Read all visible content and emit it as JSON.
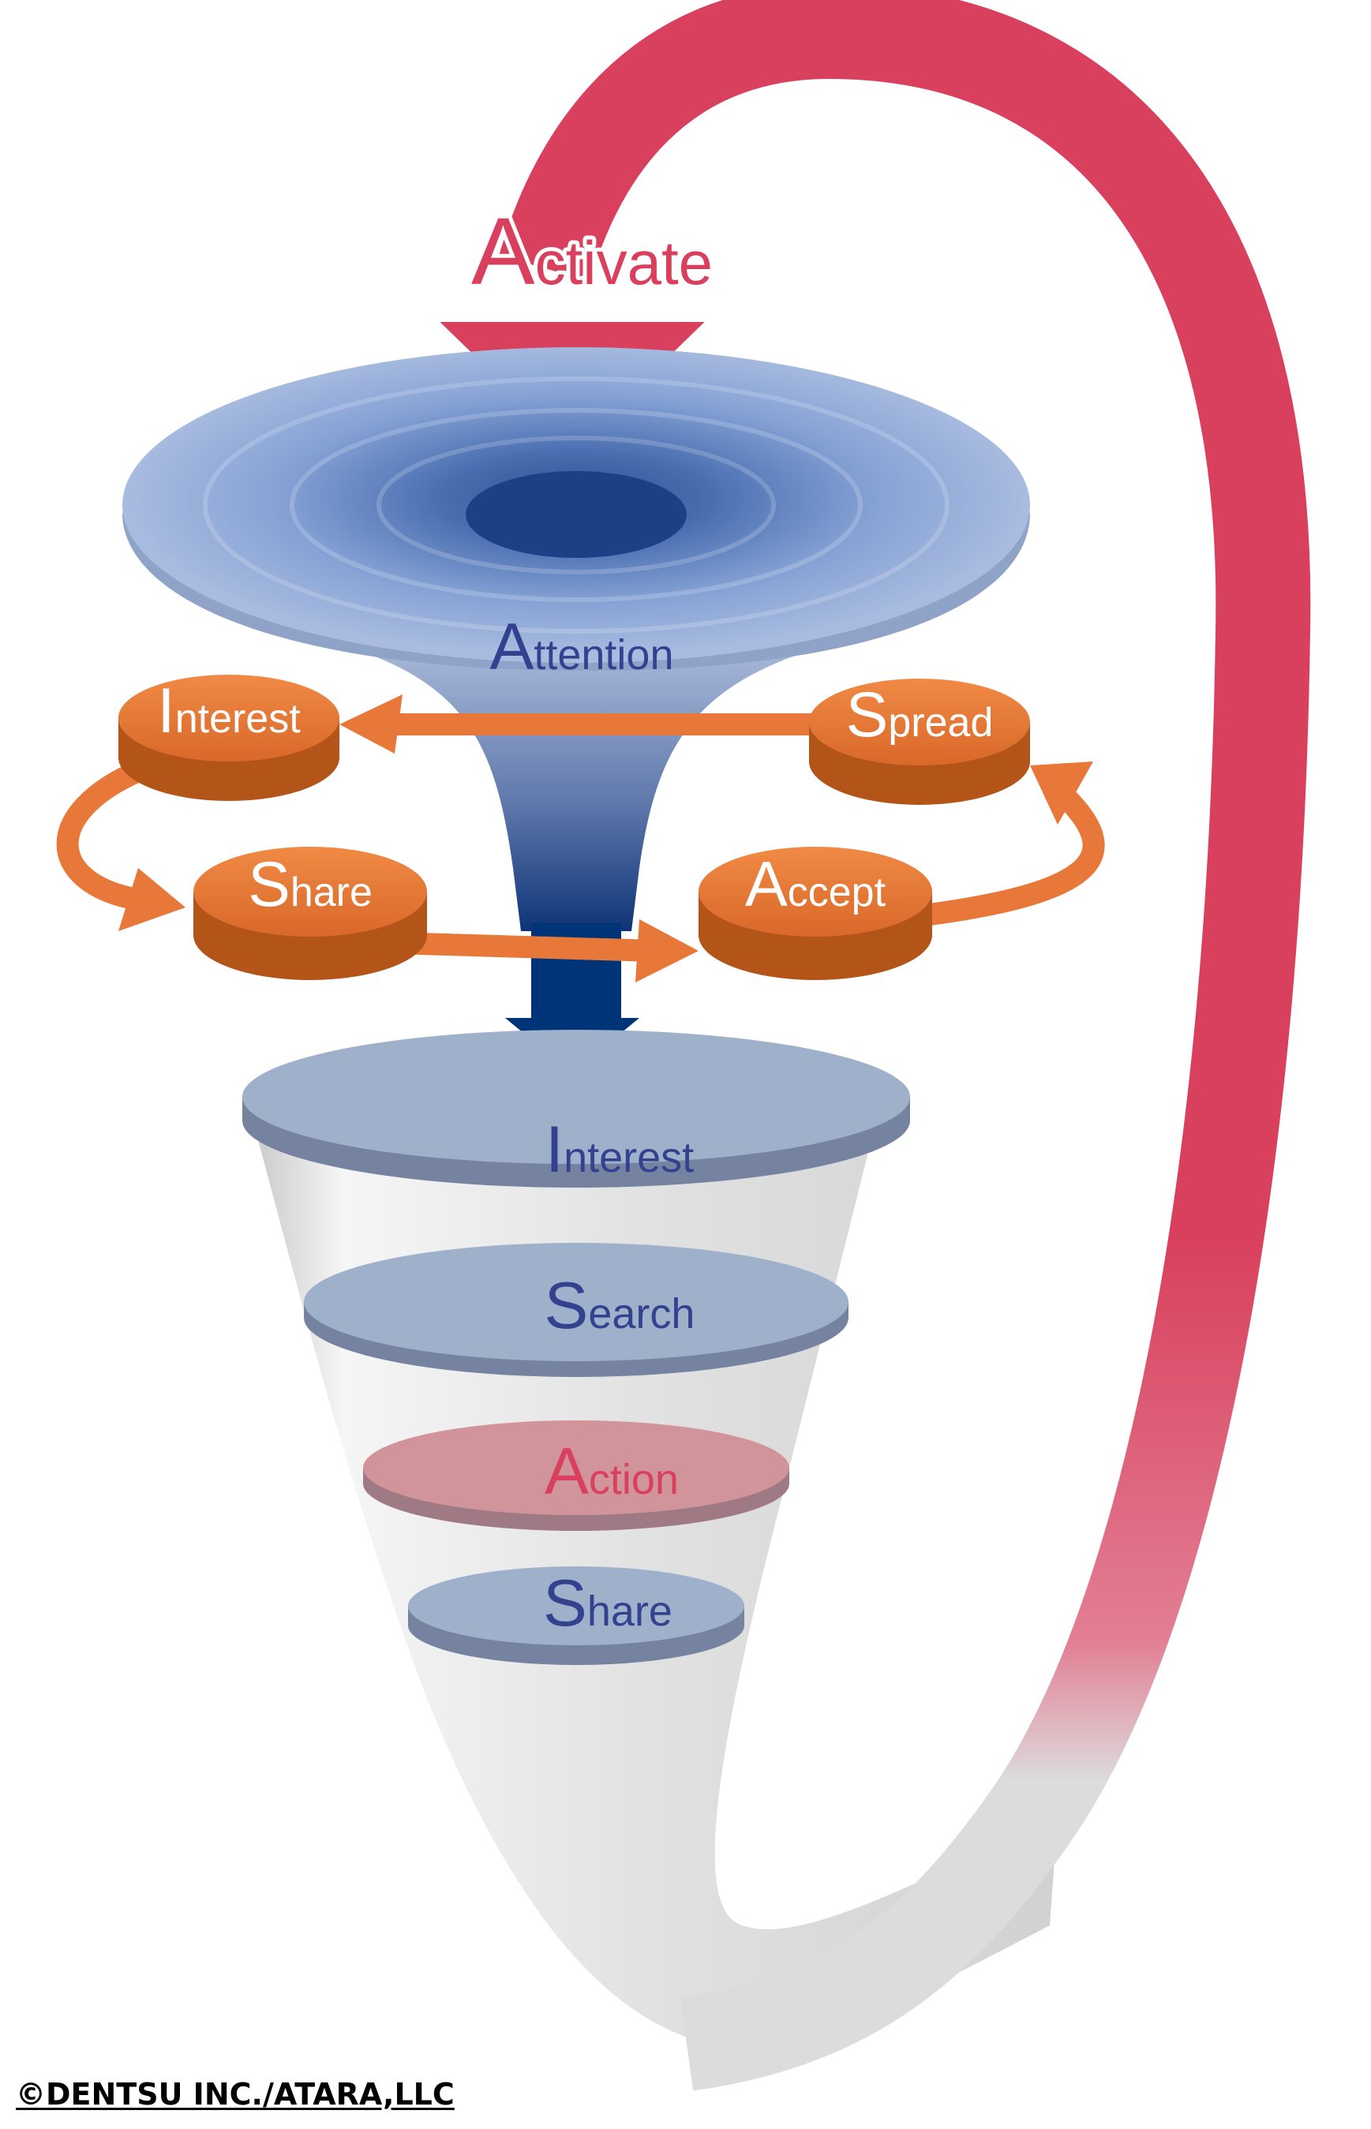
{
  "activate": {
    "initial": "A",
    "rest": "ctivate",
    "color": "#d9405d"
  },
  "funnel_stages": [
    {
      "key": "attention",
      "initial": "A",
      "rest": "ttention",
      "color": "#33418f"
    },
    {
      "key": "interest",
      "initial": "I",
      "rest": "nterest",
      "color": "#33418f"
    },
    {
      "key": "search",
      "initial": "S",
      "rest": "earch",
      "color": "#33418f"
    },
    {
      "key": "action",
      "initial": "A",
      "rest": "ction",
      "color": "#d9405d"
    },
    {
      "key": "share",
      "initial": "S",
      "rest": "hare",
      "color": "#33418f"
    }
  ],
  "loop_discs": [
    {
      "key": "interest",
      "initial": "I",
      "rest": "nterest"
    },
    {
      "key": "spread",
      "initial": "S",
      "rest": "pread"
    },
    {
      "key": "share",
      "initial": "S",
      "rest": "hare"
    },
    {
      "key": "accept",
      "initial": "A",
      "rest": "ccept"
    }
  ],
  "copyright": "©DENTSU INC./ATARA,LLC",
  "colors": {
    "loop_arrow": "#d9405d",
    "orange": "#e8773a",
    "navy": "#003479",
    "funnel_blue": "#8fa8d8",
    "disc_blue": "#9fb0cb",
    "action_pink": "#d1949a"
  }
}
